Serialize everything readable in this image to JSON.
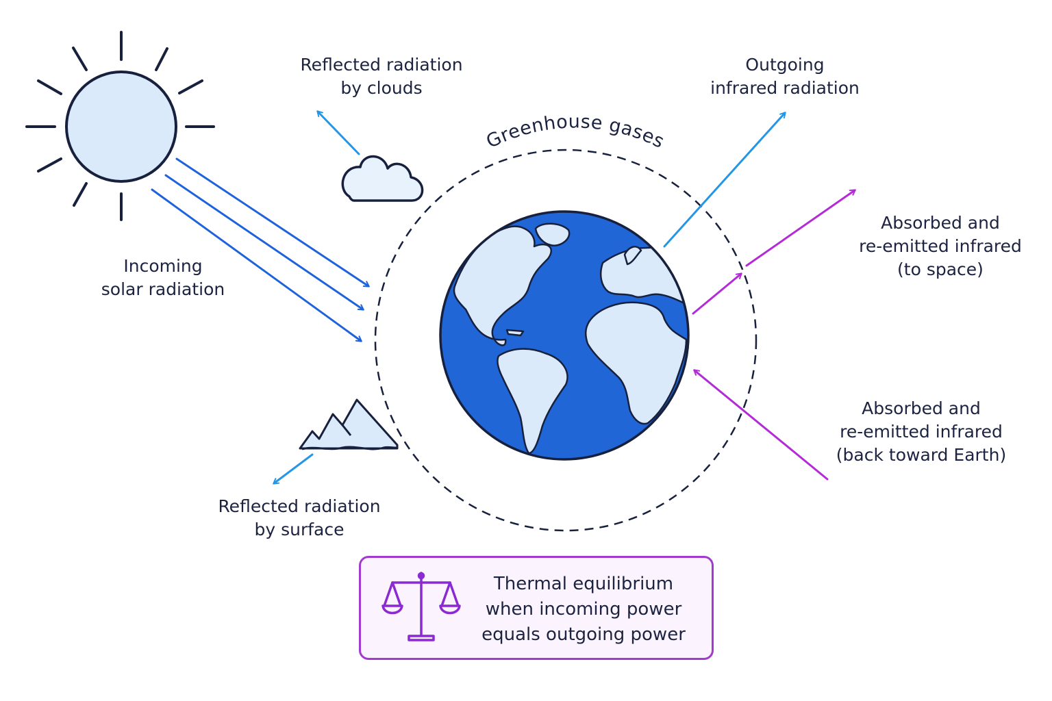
{
  "labels": {
    "incoming_solar": [
      "Incoming",
      "solar radiation"
    ],
    "reflected_clouds": [
      "Reflected radiation",
      "by clouds"
    ],
    "outgoing_ir": [
      "Outgoing",
      "infrared radiation"
    ],
    "greenhouse": "Greenhouse gases",
    "absorbed_space": [
      "Absorbed and",
      "re-emitted infrared",
      "(to space)"
    ],
    "absorbed_earth": [
      "Absorbed and",
      "re-emitted infrared",
      "(back toward Earth)"
    ],
    "reflected_surface": [
      "Reflected radiation",
      "by surface"
    ]
  },
  "equilibrium": {
    "text": [
      "Thermal equilibrium",
      "when incoming power",
      "equals outgoing power"
    ],
    "icon": "balance-scale-icon"
  },
  "icons": [
    "sun-icon",
    "cloud-icon",
    "mountain-icon",
    "earth-globe-icon"
  ],
  "colors": {
    "solar_arrow": "#1f63dc",
    "reflected_arrow": "#2596e6",
    "infrared_arrow": "#b32ad6",
    "ocean": "#2166d6",
    "land": "#dbeafa",
    "outline": "#17203d",
    "box_border": "#a23ad0",
    "box_fill": "#fbf4fe"
  }
}
